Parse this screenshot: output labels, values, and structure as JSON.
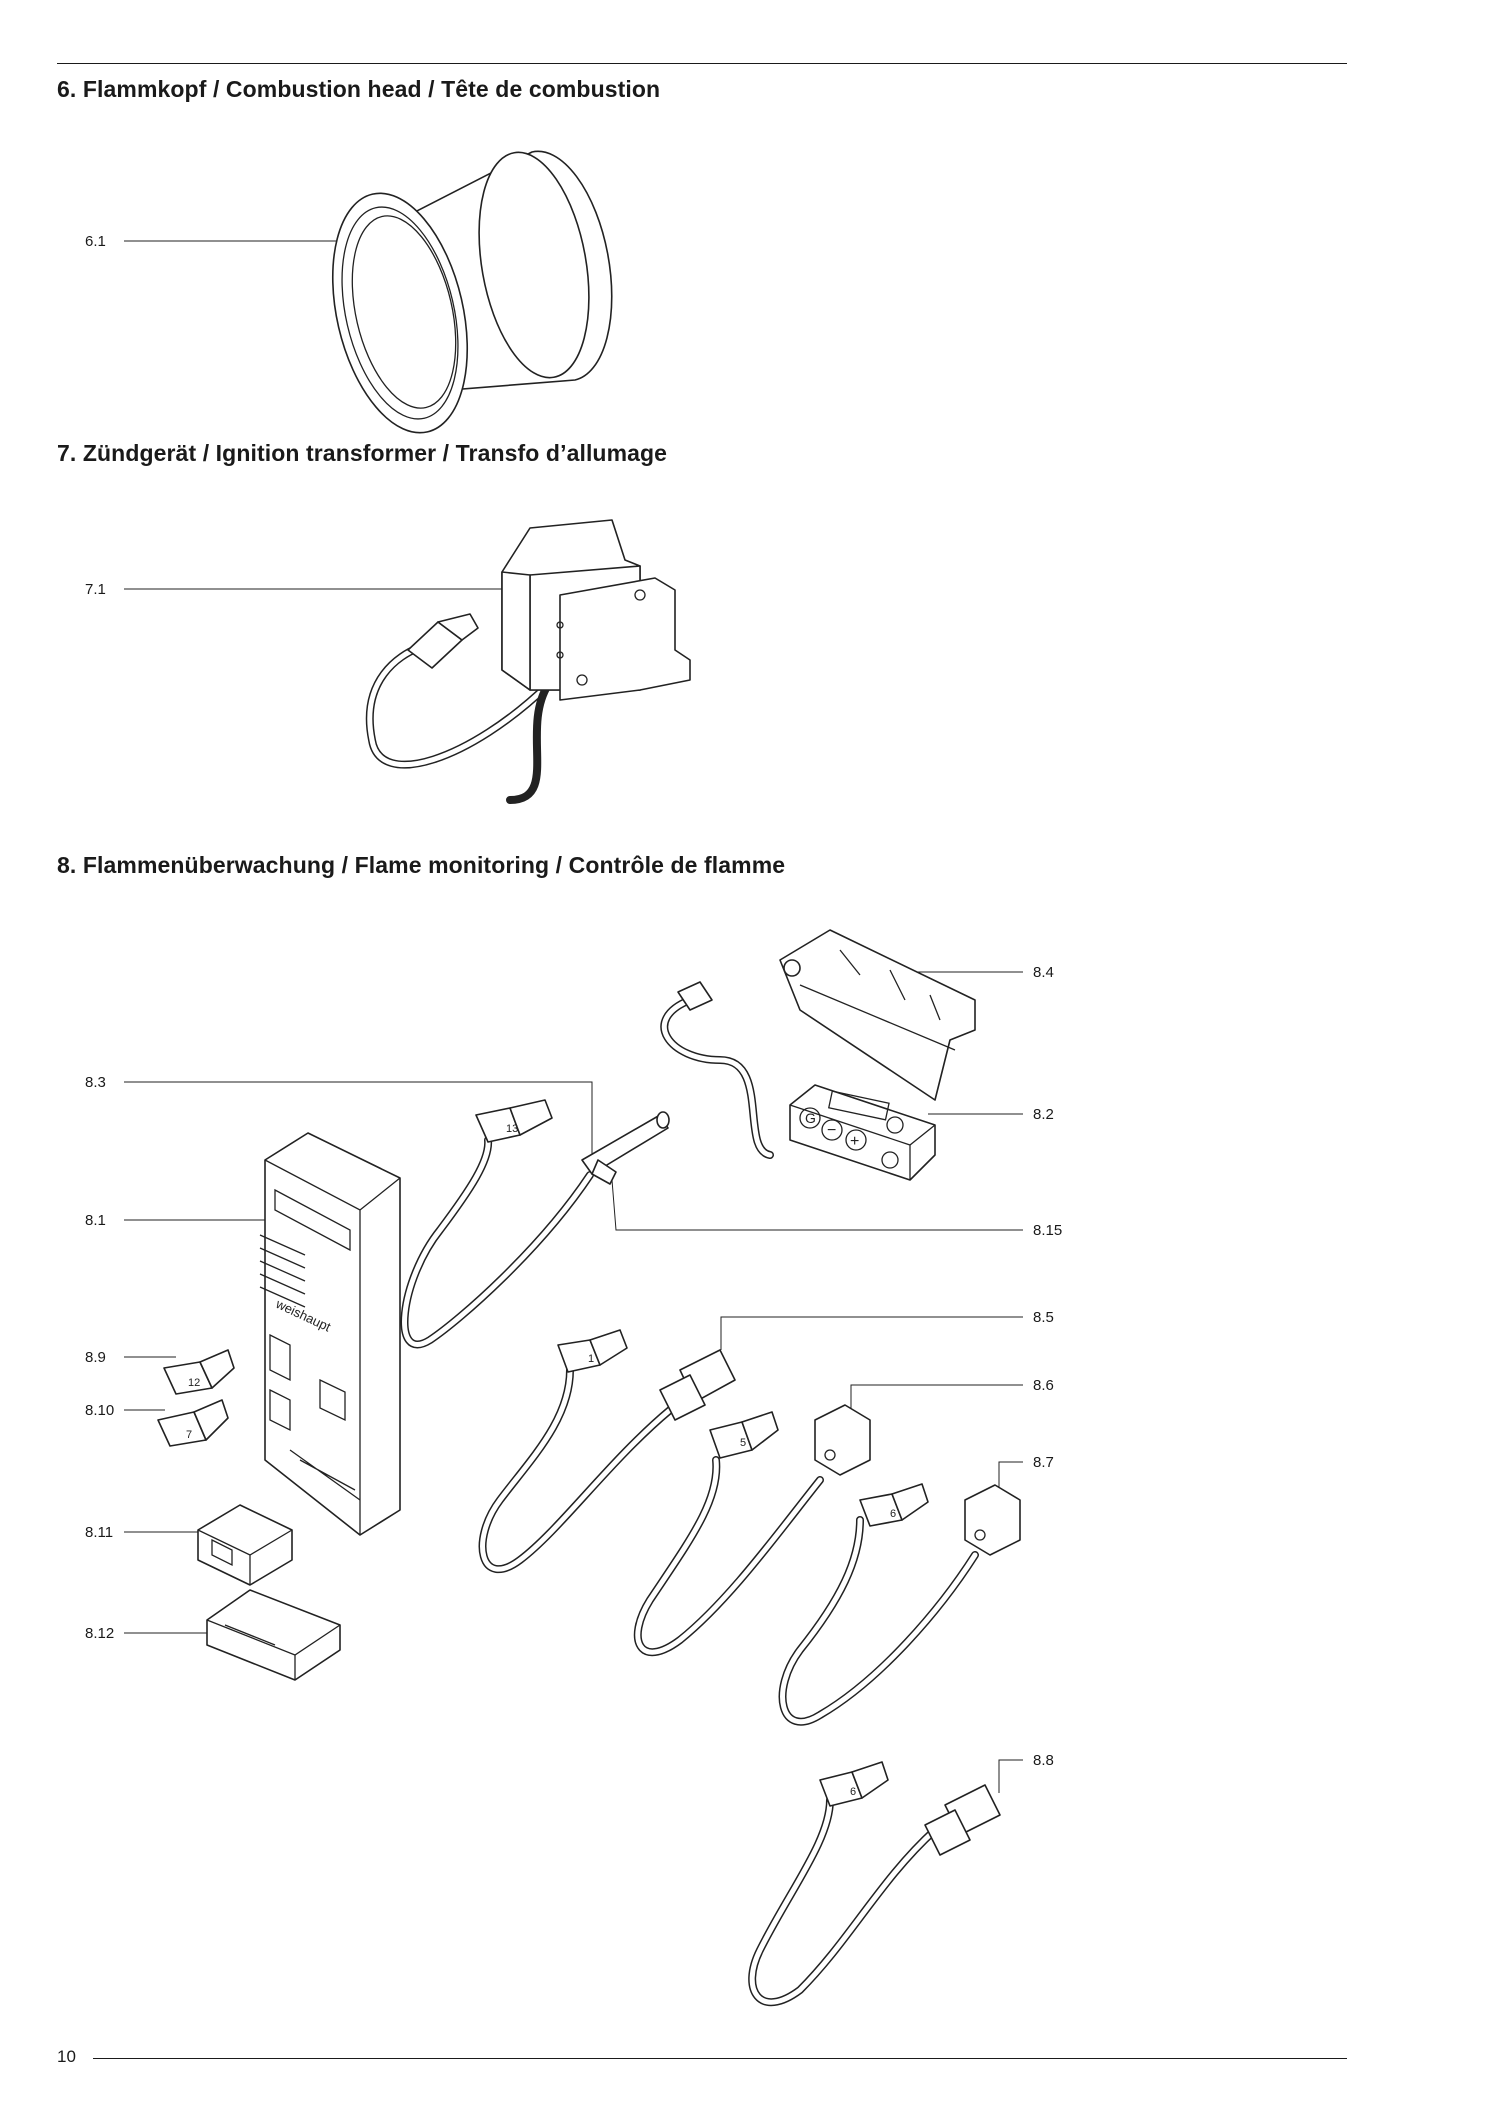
{
  "sections": [
    {
      "heading": "6. Flammkopf / Combustion head / Tête de combustion"
    },
    {
      "heading": "7. Zündgerät / Ignition transformer / Transfo d’allumage"
    },
    {
      "heading": "8. Flammenüberwachung / Flame monitoring / Contrôle de flamme"
    }
  ],
  "labels": {
    "l6_1": "6.1",
    "l7_1": "7.1",
    "l8_4": "8.4",
    "l8_3": "8.3",
    "l8_2": "8.2",
    "l8_1": "8.1",
    "l8_15": "8.15",
    "l8_5": "8.5",
    "l8_9": "8.9",
    "l8_6": "8.6",
    "l8_10": "8.10",
    "l8_7": "8.7",
    "l8_11": "8.11",
    "l8_12": "8.12",
    "l8_8": "8.8"
  },
  "connector_numbers": {
    "c13": "13",
    "c12": "12",
    "c7": "7",
    "c1": "1",
    "c5": "5",
    "c6a": "6",
    "c6b": "6"
  },
  "brand": "weishaupt",
  "display_keys": {
    "g": "G",
    "minus": "−",
    "plus": "+"
  },
  "page_number": "10"
}
